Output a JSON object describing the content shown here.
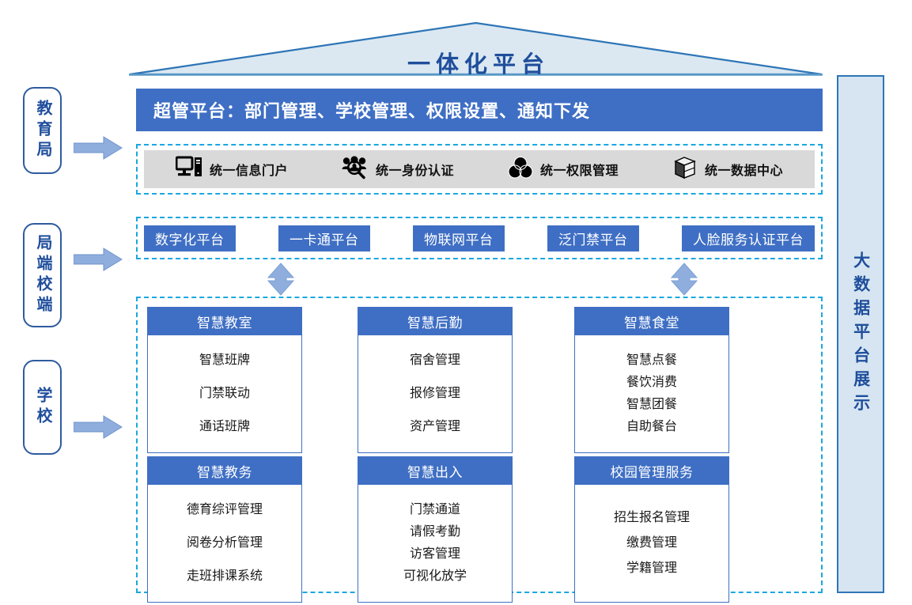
{
  "header": {
    "title": "一体化平台",
    "roof_fill": "#dbe8f2",
    "roof_stroke": "#2e75b6"
  },
  "admin_banner": {
    "text": "超管平台：部门管理、学校管理、权限设置、通知下发",
    "color": "#3f6fc4"
  },
  "stages": [
    {
      "label": "教育局",
      "arrow": "right-arrow-icon"
    },
    {
      "label": "局端校端",
      "arrow": "right-arrow-icon"
    },
    {
      "label": "学校",
      "arrow": "right-arrow-icon"
    }
  ],
  "unified_services": {
    "background": "#d9d9d9",
    "items": [
      {
        "icon": "monitor-desktop-icon",
        "label": "统一信息门户"
      },
      {
        "icon": "user-identity-search-icon",
        "label": "统一身份认证"
      },
      {
        "icon": "venn-circles-icon",
        "label": "统一权限管理"
      },
      {
        "icon": "data-cube-icon",
        "label": "统一数据中心"
      }
    ]
  },
  "platforms": [
    "数字化平台",
    "一卡通平台",
    "物联网平台",
    "泛门禁平台",
    "人脸服务认证平台"
  ],
  "connectors": [
    {
      "name": "double-arrow-left",
      "icon": "double-arrow-vertical-icon"
    },
    {
      "name": "double-arrow-right",
      "icon": "double-arrow-vertical-icon"
    }
  ],
  "modules": [
    {
      "title": "智慧教室",
      "items": [
        "智慧班牌",
        "门禁联动",
        "通话班牌"
      ],
      "height": 148,
      "gap": 26
    },
    {
      "title": "智慧后勤",
      "items": [
        "宿舍管理",
        "报修管理",
        "资产管理"
      ],
      "height": 148,
      "gap": 26
    },
    {
      "title": "智慧食堂",
      "items": [
        "智慧点餐",
        "餐饮消费",
        "智慧团餐",
        "自助餐台"
      ],
      "height": 148,
      "gap": 12
    },
    {
      "title": "智慧教务",
      "items": [
        "德育综评管理",
        "阅卷分析管理",
        "走班排课系统"
      ],
      "height": 148,
      "gap": 26
    },
    {
      "title": "智慧出入",
      "items": [
        "门禁通道",
        "请假考勤",
        "访客管理",
        "可视化放学"
      ],
      "height": 148,
      "gap": 12
    },
    {
      "title": "校园管理服务",
      "items": [
        "招生报名管理",
        "缴费管理",
        "学籍管理"
      ],
      "height": 148,
      "gap": 16
    }
  ],
  "bigdata_panel": {
    "label": "大数据平台展示",
    "background": "#d6e5f1",
    "border": "#2e75b6"
  },
  "theme": {
    "primary_blue": "#3f6fc4",
    "dark_blue": "#1f4e9c",
    "dashed_cyan": "#1ba7e0",
    "light_blue": "#dbe8f2",
    "arrow_blue": "#8faedd"
  }
}
